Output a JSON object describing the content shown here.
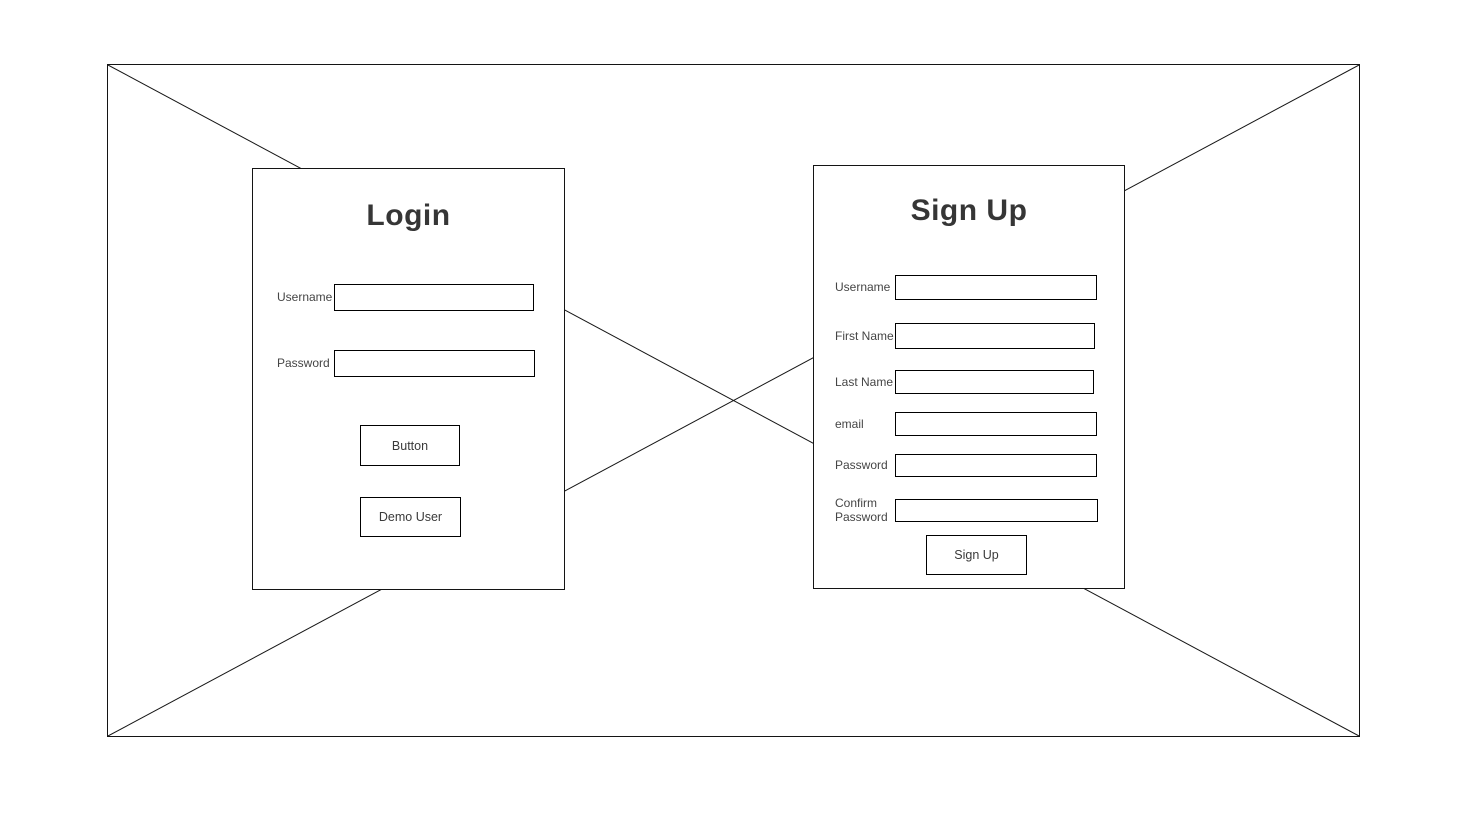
{
  "login": {
    "title": "Login",
    "fields": [
      {
        "label": "Username",
        "value": "",
        "placeholder": ""
      },
      {
        "label": "Password",
        "value": "",
        "placeholder": ""
      }
    ],
    "buttons": [
      {
        "label": "Button"
      },
      {
        "label": "Demo User"
      }
    ]
  },
  "signup": {
    "title": "Sign Up",
    "fields": [
      {
        "label": "Username",
        "value": "",
        "placeholder": ""
      },
      {
        "label": "First Name",
        "value": "",
        "placeholder": ""
      },
      {
        "label": "Last Name",
        "value": "",
        "placeholder": ""
      },
      {
        "label": "email",
        "value": "",
        "placeholder": ""
      },
      {
        "label": "Password",
        "value": "",
        "placeholder": ""
      },
      {
        "label": "Confirm Password",
        "value": "",
        "placeholder": ""
      }
    ],
    "buttons": [
      {
        "label": "Sign Up"
      }
    ]
  },
  "colors": {
    "line": "#141414",
    "title_text": "#363636",
    "label_text": "#454545",
    "background": "#ffffff"
  }
}
